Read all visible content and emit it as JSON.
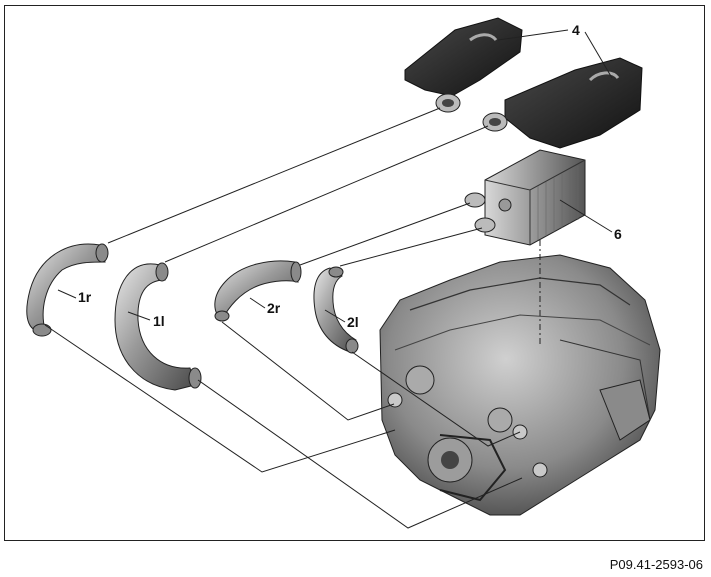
{
  "labels": {
    "air_filter": "4",
    "charge_air_cooler": "6",
    "hose_1r": "1r",
    "hose_1l": "1l",
    "hose_2r": "2r",
    "hose_2l": "2l"
  },
  "caption": "P09.41-2593-06",
  "colors": {
    "line": "#222222",
    "part_dark": "#2a2a2a",
    "part_mid": "#7a7a7a",
    "part_light": "#c9c9c9"
  }
}
